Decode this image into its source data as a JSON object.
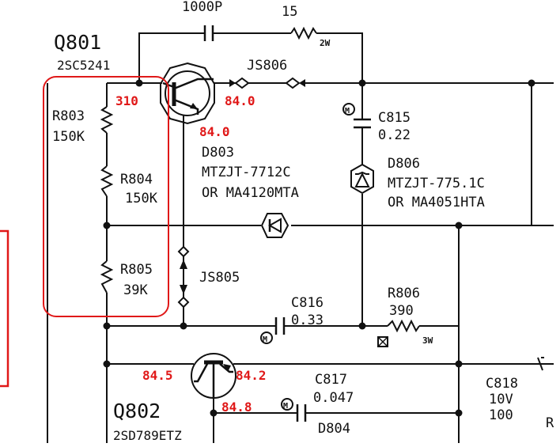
{
  "top": {
    "cap_value": "1000P",
    "res_value": "15",
    "res_rating": "2W"
  },
  "q801": {
    "ref": "Q801",
    "part": "2SC5241",
    "v_base": "310",
    "v_collector": "84.0",
    "v_emitter": "84.0"
  },
  "js806": {
    "ref": "JS806"
  },
  "js805": {
    "ref": "JS805"
  },
  "r803": {
    "ref": "R803",
    "value": "150K"
  },
  "r804": {
    "ref": "R804",
    "value": "150K"
  },
  "r805": {
    "ref": "R805",
    "value": "39K"
  },
  "d803": {
    "ref": "D803",
    "part": "MTZJT-7712C",
    "alt": "OR MA4120MTA"
  },
  "c815": {
    "ref": "C815",
    "value": "0.22"
  },
  "d806": {
    "ref": "D806",
    "part": "MTZJT-775.1C",
    "alt": "OR MA4051HTA"
  },
  "c816": {
    "ref": "C816",
    "value": "0.33"
  },
  "r806": {
    "ref": "R806",
    "value": "390",
    "rating": "3W"
  },
  "q802": {
    "ref": "Q802",
    "part": "2SD789ETZ",
    "v_left": "84.5",
    "v_right": "84.2",
    "v_bottom": "84.8"
  },
  "c817": {
    "ref": "C817",
    "value": "0.047"
  },
  "d804": {
    "ref": "D804"
  },
  "c818": {
    "ref": "C818",
    "voltage": "10V",
    "value": "100"
  },
  "edge": {
    "r_label": "R"
  }
}
